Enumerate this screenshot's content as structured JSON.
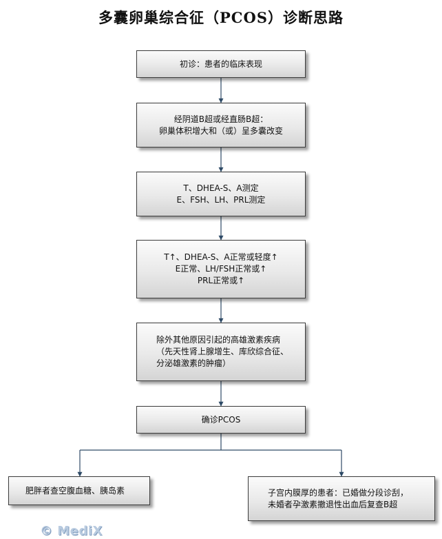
{
  "title": "多囊卵巢综合征（PCOS）诊断思路",
  "flow": {
    "step1": [
      "初诊：患者的临床表现"
    ],
    "step2": [
      "经阴道B超或经直肠B超：",
      "卵巢体积增大和（或）呈多囊改变"
    ],
    "step3": [
      "T、DHEA-S、A测定",
      "E、FSH、LH、PRL测定"
    ],
    "step4": [
      "T↑、DHEA-S、A正常或轻度↑",
      "E正常、LH/FSH正常或↑",
      "PRL正常或↑"
    ],
    "step5": "除外其他原因引起的高雄激素疾病（先天性肾上腺增生、库欣综合征、分泌雄激素的肿瘤）",
    "step6": [
      "确诊PCOS"
    ],
    "branch_left": [
      "肥胖者查空腹血糖、胰岛素"
    ],
    "branch_right": [
      "子宫内膜厚的患者：已婚做分段诊刮，",
      "未婚者孕激素撤退性出血后复查B超"
    ]
  },
  "watermark": "© MediX",
  "colors": {
    "arrow": "#2e4a66",
    "box_border": "#3a3a3a"
  }
}
